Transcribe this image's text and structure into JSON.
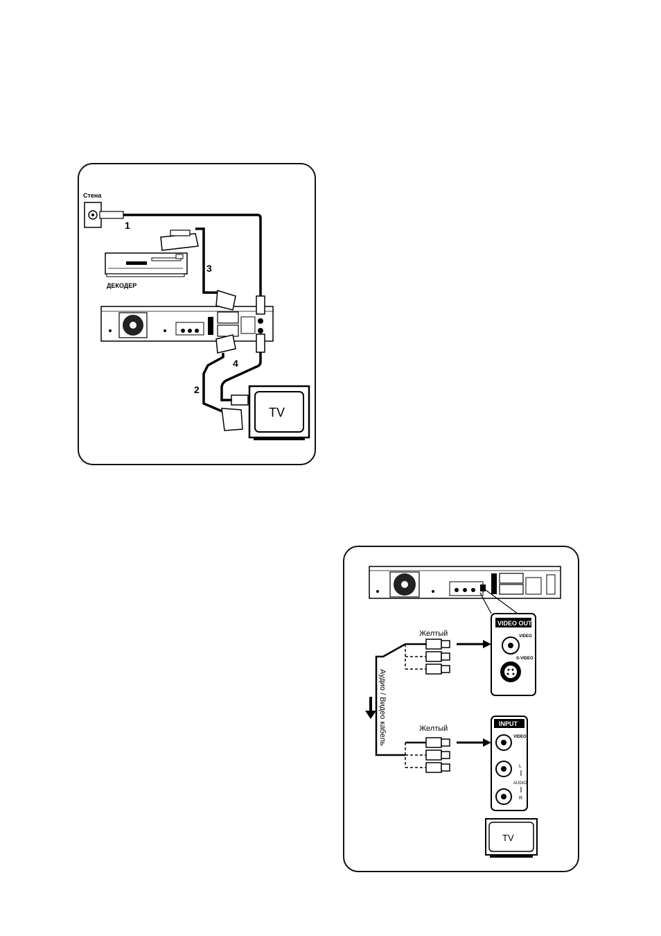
{
  "panel1": {
    "wall_label": "Стена",
    "decoder_label": "ДЕКОДЕР",
    "tv_label": "TV",
    "cable_numbers": [
      "1",
      "2",
      "3",
      "4"
    ]
  },
  "panel2": {
    "yellow_label_top": "Желтый",
    "yellow_label_bottom": "Желтый",
    "cable_label": "Аудио / Видео кабель",
    "video_out_title": "VIDEO OUT",
    "video_label": "VIDEO",
    "svideo_label": "S-VIDEO",
    "input_title": "INPUT",
    "input_video_label": "VIDEO",
    "audio_label": "AUDIO",
    "audio_l": "L",
    "audio_r": "R",
    "tv_label": "TV"
  }
}
